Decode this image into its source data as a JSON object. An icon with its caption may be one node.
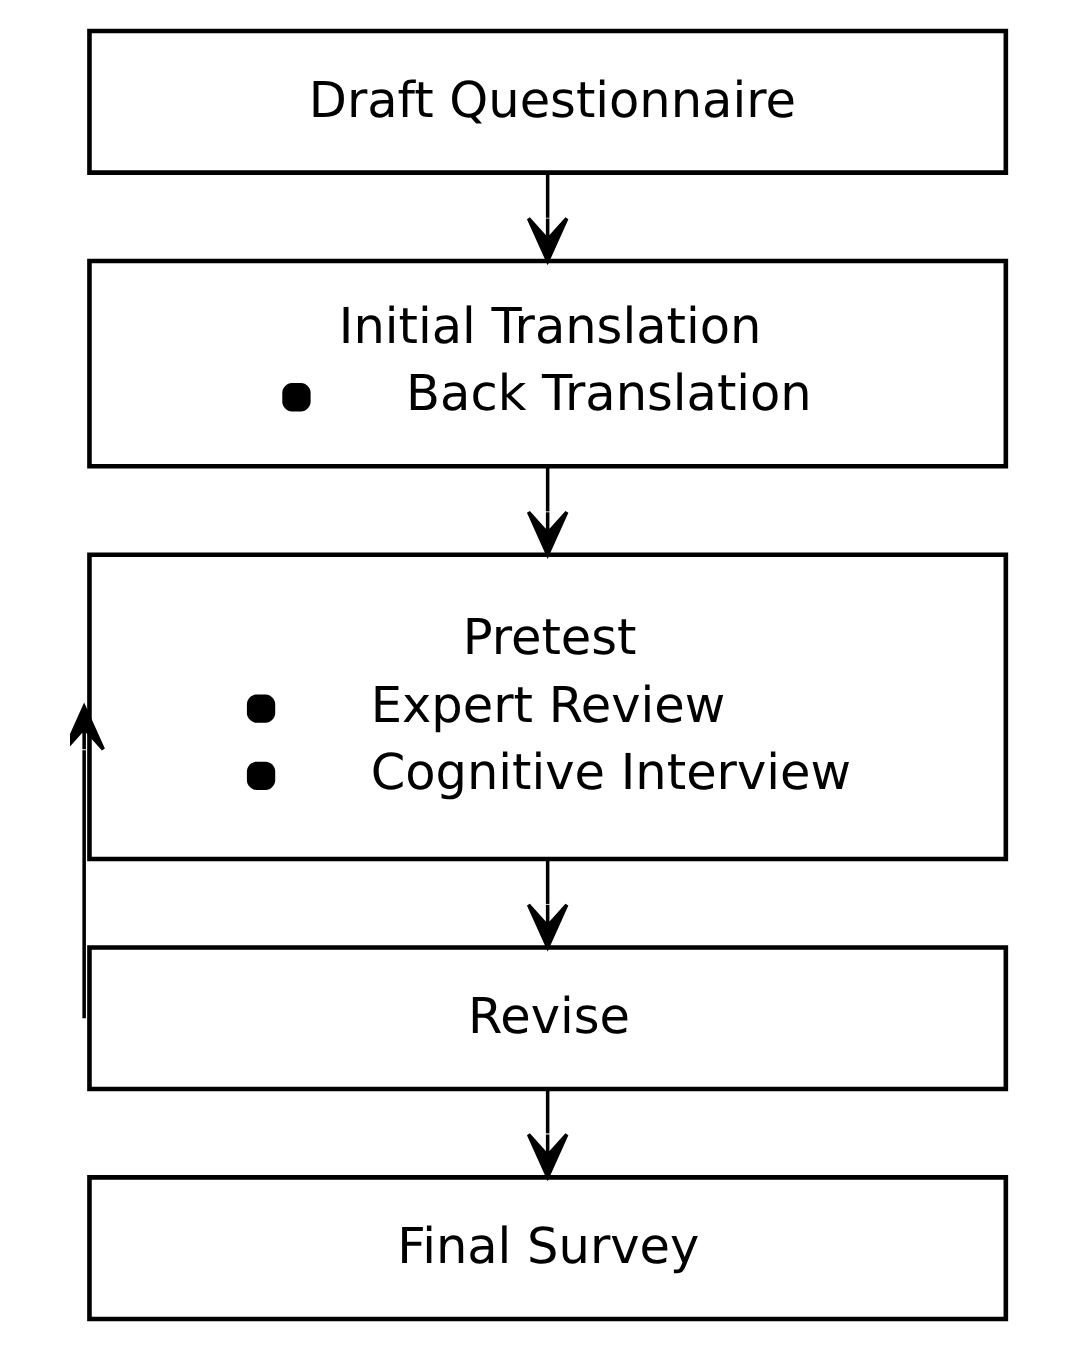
{
  "diagram": {
    "nodes": [
      {
        "text": [
          "Draft Questionnaire"
        ]
      },
      {
        "text": [
          "Initial Translation",
          "Back Translation"
        ]
      },
      {
        "text": [
          "Pretest",
          "Expert Review",
          "Cognitive Interview"
        ]
      },
      {
        "text": [
          "Revise"
        ]
      },
      {
        "text": [
          "Final Survey"
        ]
      }
    ],
    "edges": [
      {
        "from": 0,
        "to": 1,
        "arrow": "to"
      },
      {
        "from": 1,
        "to": 2,
        "arrow": "to"
      },
      {
        "from": 2,
        "to": 3,
        "arrow": "to"
      },
      {
        "from": 3,
        "to": 2,
        "arrow": "to"
      },
      {
        "from": 3,
        "to": 4,
        "arrow": "to"
      }
    ]
  }
}
